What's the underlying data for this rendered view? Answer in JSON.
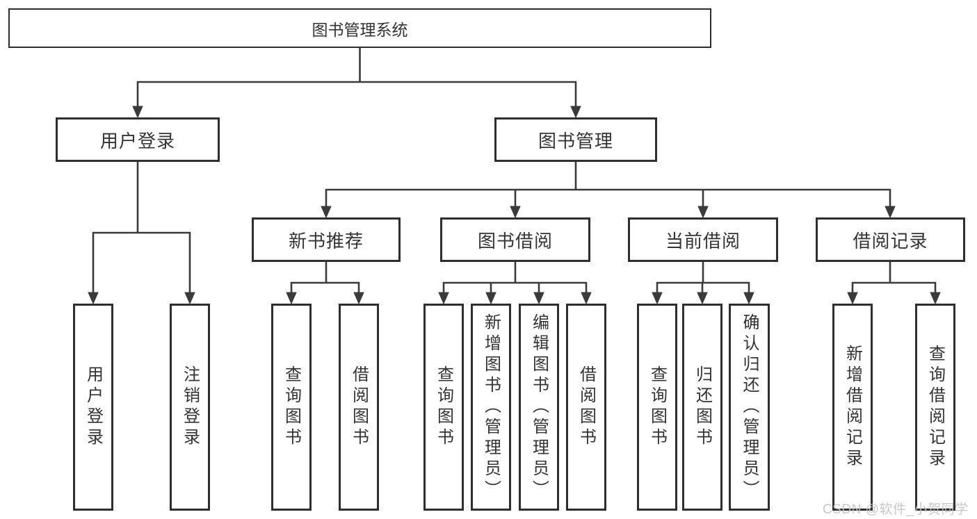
{
  "colors": {
    "line": "#3a3a3a",
    "box_border": "#2e2e2e",
    "text": "#333333",
    "background": "#ffffff",
    "watermark": "#c4c4c4"
  },
  "diagram": {
    "type": "hierarchy-tree",
    "root": {
      "label": "图书管理系统"
    },
    "level2": [
      {
        "label": "用户登录",
        "parent": "图书管理系统"
      },
      {
        "label": "图书管理",
        "parent": "图书管理系统"
      }
    ],
    "level3": [
      {
        "label": "新书推荐",
        "parent": "图书管理"
      },
      {
        "label": "图书借阅",
        "parent": "图书管理"
      },
      {
        "label": "当前借阅",
        "parent": "图书管理"
      },
      {
        "label": "借阅记录",
        "parent": "图书管理"
      }
    ],
    "leaves": [
      {
        "label": "用户登录",
        "parent": "用户登录"
      },
      {
        "label": "注销登录",
        "parent": "用户登录"
      },
      {
        "label": "查询图书",
        "parent": "新书推荐"
      },
      {
        "label": "借阅图书",
        "parent": "新书推荐"
      },
      {
        "label": "查询图书",
        "parent": "图书借阅"
      },
      {
        "label": "新增图书（管理员）",
        "parent": "图书借阅"
      },
      {
        "label": "编辑图书（管理员）",
        "parent": "图书借阅"
      },
      {
        "label": "借阅图书",
        "parent": "图书借阅"
      },
      {
        "label": "查询图书",
        "parent": "当前借阅"
      },
      {
        "label": "归还图书",
        "parent": "当前借阅"
      },
      {
        "label": "确认归还（管理员）",
        "parent": "当前借阅"
      },
      {
        "label": "新增借阅记录",
        "parent": "借阅记录"
      },
      {
        "label": "查询借阅记录",
        "parent": "借阅记录"
      }
    ]
  },
  "watermark": {
    "text": "CSDN @软件_小贺同学"
  }
}
